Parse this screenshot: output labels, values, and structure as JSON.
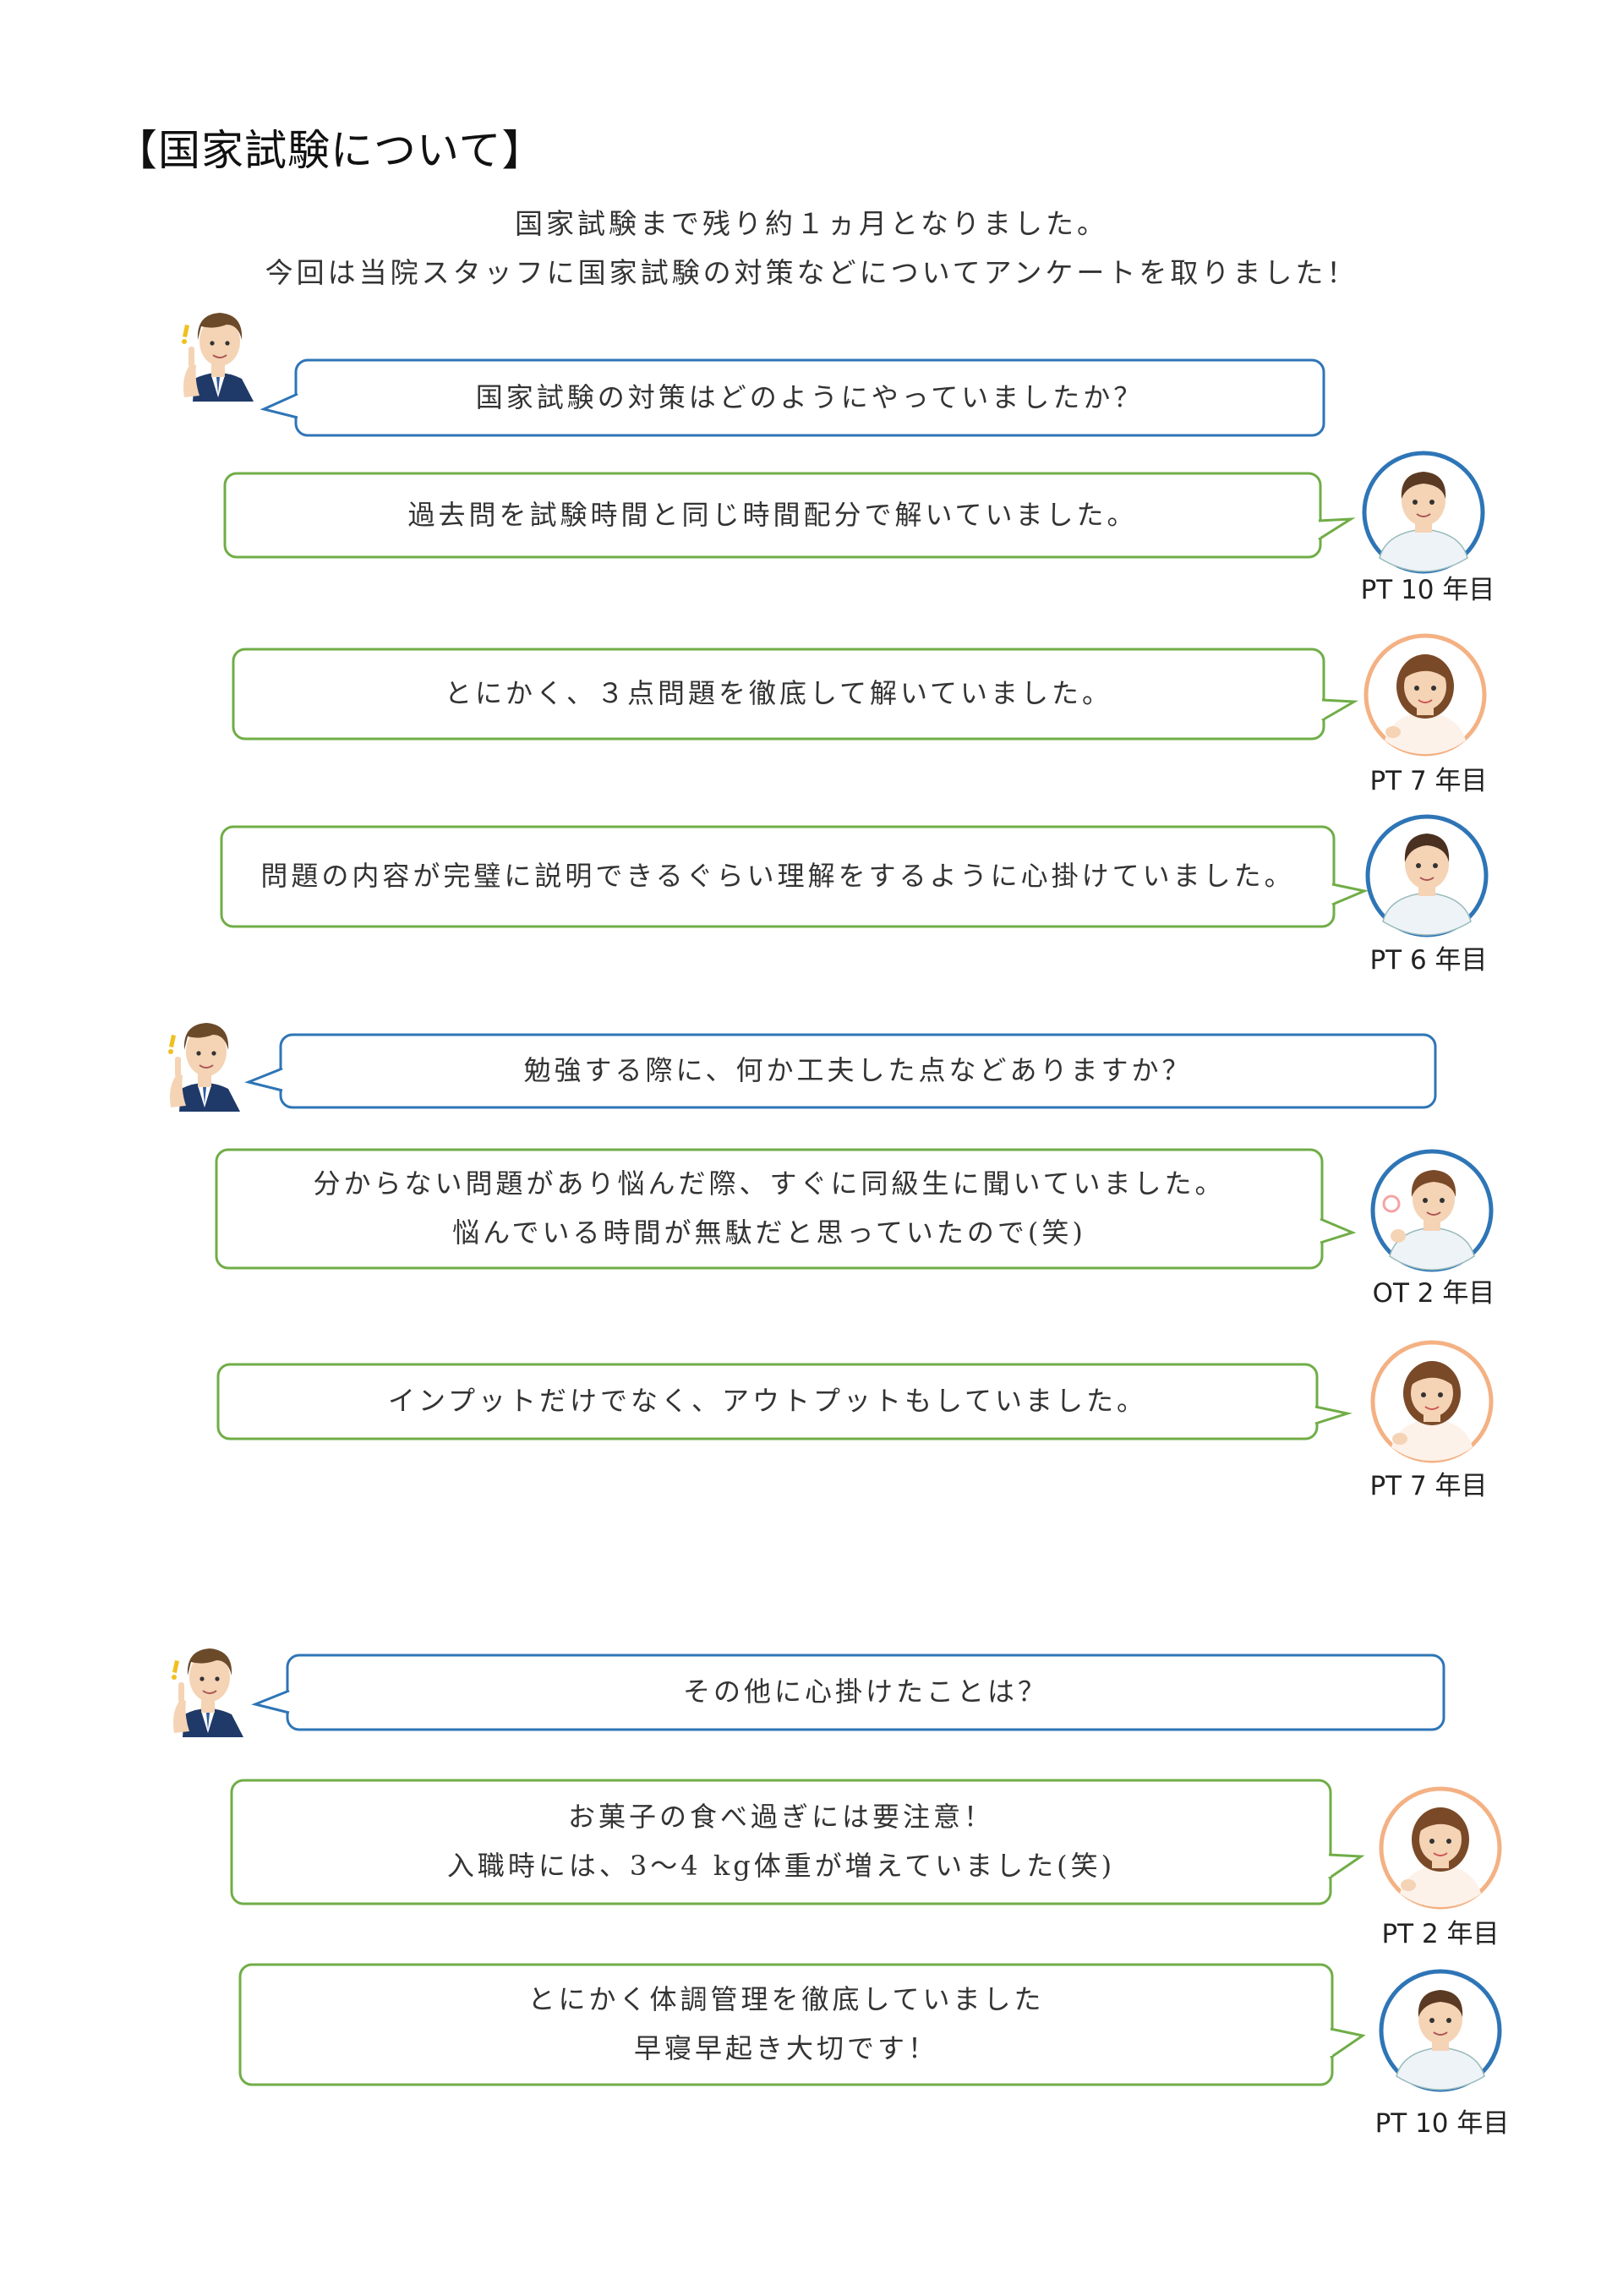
{
  "title": "【国家試験について】",
  "intro": [
    "国家試験まで残り約１ヵ月となりました。",
    "今回は当院スタッフに国家試験の対策などについてアンケートを取りました！"
  ],
  "sections": [
    {
      "question": "国家試験の対策はどのようにやっていましたか？",
      "answers": [
        {
          "lines": [
            "過去問を試験時間と同じ時間配分で解いていました。"
          ],
          "role": "PT 10 年目"
        },
        {
          "lines": [
            "とにかく、３点問題を徹底して解いていました。"
          ],
          "role": "PT 7 年目"
        },
        {
          "lines": [
            "問題の内容が完璧に説明できるぐらい理解をするように心掛けていました。"
          ],
          "role": "PT 6 年目"
        }
      ]
    },
    {
      "question": "勉強する際に、何か工夫した点などありますか？",
      "answers": [
        {
          "lines": [
            "分からない問題があり悩んだ際、すぐに同級生に聞いていました。",
            "悩んでいる時間が無駄だと思っていたので(笑)"
          ],
          "role": "OT 2 年目"
        },
        {
          "lines": [
            "インプットだけでなく、アウトプットもしていました。"
          ],
          "role": "PT 7 年目"
        }
      ]
    },
    {
      "question": "その他に心掛けたことは？",
      "answers": [
        {
          "lines": [
            "お菓子の食べ過ぎには要注意！",
            "入職時には、3～4 kg体重が増えていました(笑)"
          ],
          "role": "PT 2 年目"
        },
        {
          "lines": [
            "とにかく体調管理を徹底していました",
            "早寝早起き大切です！"
          ],
          "role": "PT 10 年目"
        }
      ]
    }
  ],
  "colors": {
    "question_border": "#2e75b6",
    "answer_border": "#70ad47",
    "male_ring": "#2e75b6",
    "female_ring": "#f4b183"
  }
}
